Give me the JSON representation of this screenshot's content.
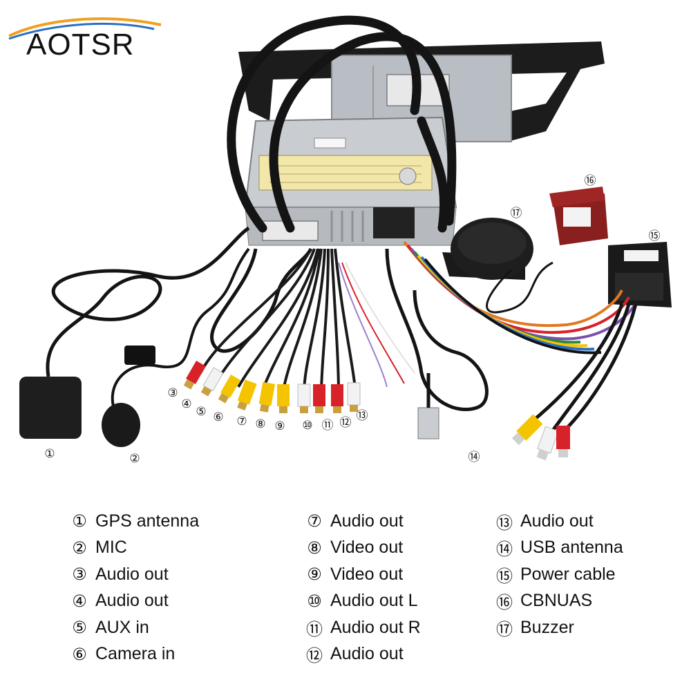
{
  "brand": {
    "name": "AOTSR"
  },
  "callouts": {
    "n1": "①",
    "n2": "②",
    "n3": "③",
    "n4": "④",
    "n5": "⑤",
    "n6": "⑥",
    "n7": "⑦",
    "n8": "⑧",
    "n9": "⑨",
    "n10": "⑩",
    "n11": "⑪",
    "n12": "⑫",
    "n13": "⑬",
    "n14": "⑭",
    "n15": "⑮",
    "n16": "⑯",
    "n17": "⑰"
  },
  "legend": {
    "col1": [
      {
        "num": "①",
        "label": "GPS antenna"
      },
      {
        "num": "②",
        "label": "MIC"
      },
      {
        "num": "③",
        "label": "Audio out"
      },
      {
        "num": "④",
        "label": "Audio out"
      },
      {
        "num": "⑤",
        "label": "AUX in"
      },
      {
        "num": "⑥",
        "label": "Camera in"
      }
    ],
    "col2": [
      {
        "num": "⑦",
        "label": "Audio out"
      },
      {
        "num": "⑧",
        "label": "Video out"
      },
      {
        "num": "⑨",
        "label": "Video out"
      },
      {
        "num": "⑩",
        "label": "Audio out L"
      },
      {
        "num": "⑪",
        "label": "Audio out R"
      },
      {
        "num": "⑫",
        "label": "Audio out"
      }
    ],
    "col3": [
      {
        "num": "⑬",
        "label": "Audio out"
      },
      {
        "num": "⑭",
        "label": "USB antenna"
      },
      {
        "num": "⑮",
        "label": "Power cable"
      },
      {
        "num": "⑯",
        "label": "CBNUAS"
      },
      {
        "num": "⑰",
        "label": "Buzzer"
      }
    ]
  },
  "colors": {
    "rca_red": "#d8222a",
    "rca_white": "#f2f2f2",
    "rca_yellow": "#f5c400",
    "cable_black": "#141414",
    "metal": "#c9ccd0",
    "swoosh_orange": "#f0a020",
    "swoosh_blue": "#2a6fc4"
  }
}
